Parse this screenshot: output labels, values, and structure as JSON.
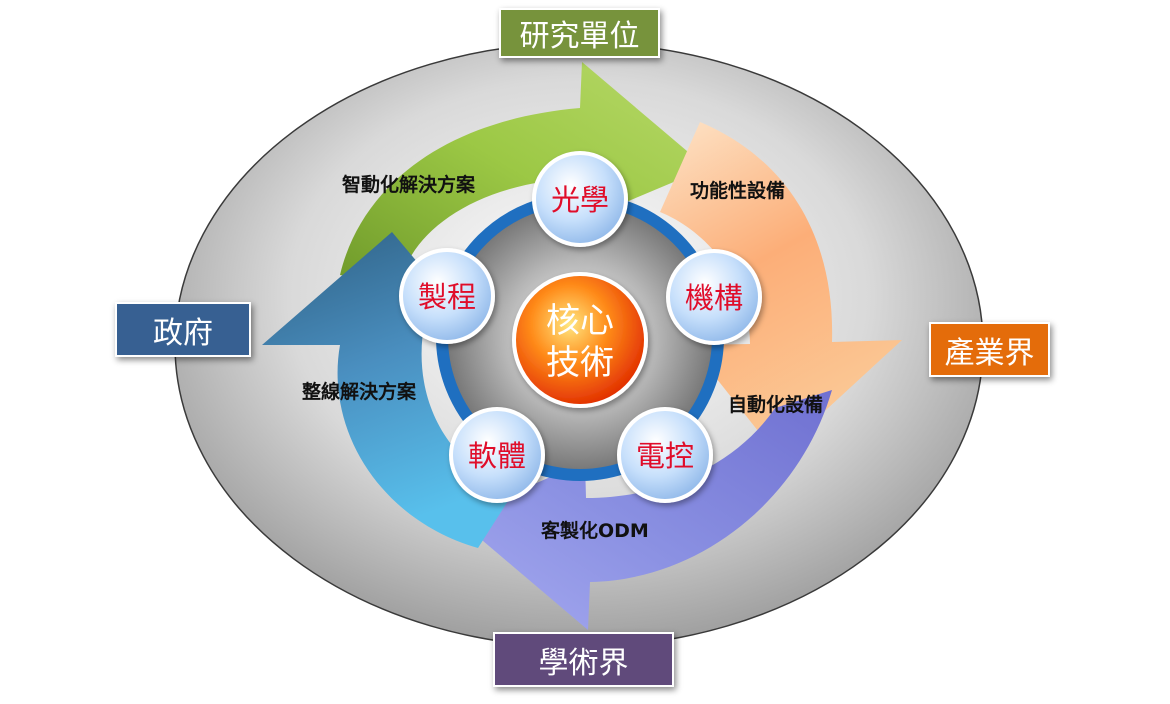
{
  "stakeholders": {
    "top": "研究單位",
    "left": "政府",
    "right": "產業界",
    "bottom": "學術界"
  },
  "solutions": {
    "smart_automation": "智動化解決方案",
    "functional_equipment": "功能性設備",
    "line_integration": "整線解決方案",
    "automation_equipment": "自動化設備",
    "custom_odm": "客製化ODM"
  },
  "core": {
    "line1": "核心",
    "line2": "技術"
  },
  "technologies": {
    "optics": "光學",
    "mechanism": "機構",
    "electrical_control": "電控",
    "software": "軟體",
    "process": "製程"
  },
  "colors": {
    "stakeholder_top": "#77933c",
    "stakeholder_left": "#376092",
    "stakeholder_right": "#e46c0a",
    "stakeholder_bottom": "#604a7b",
    "arrow_green": "#92c13e",
    "arrow_orange": "#fbb77f",
    "arrow_purple": "#7b7fd8",
    "arrow_blue": "#3f7fa6",
    "ring_blue": "#1f6fc0",
    "tech_text": "#e0102c",
    "core_fill": "#ff4500"
  }
}
